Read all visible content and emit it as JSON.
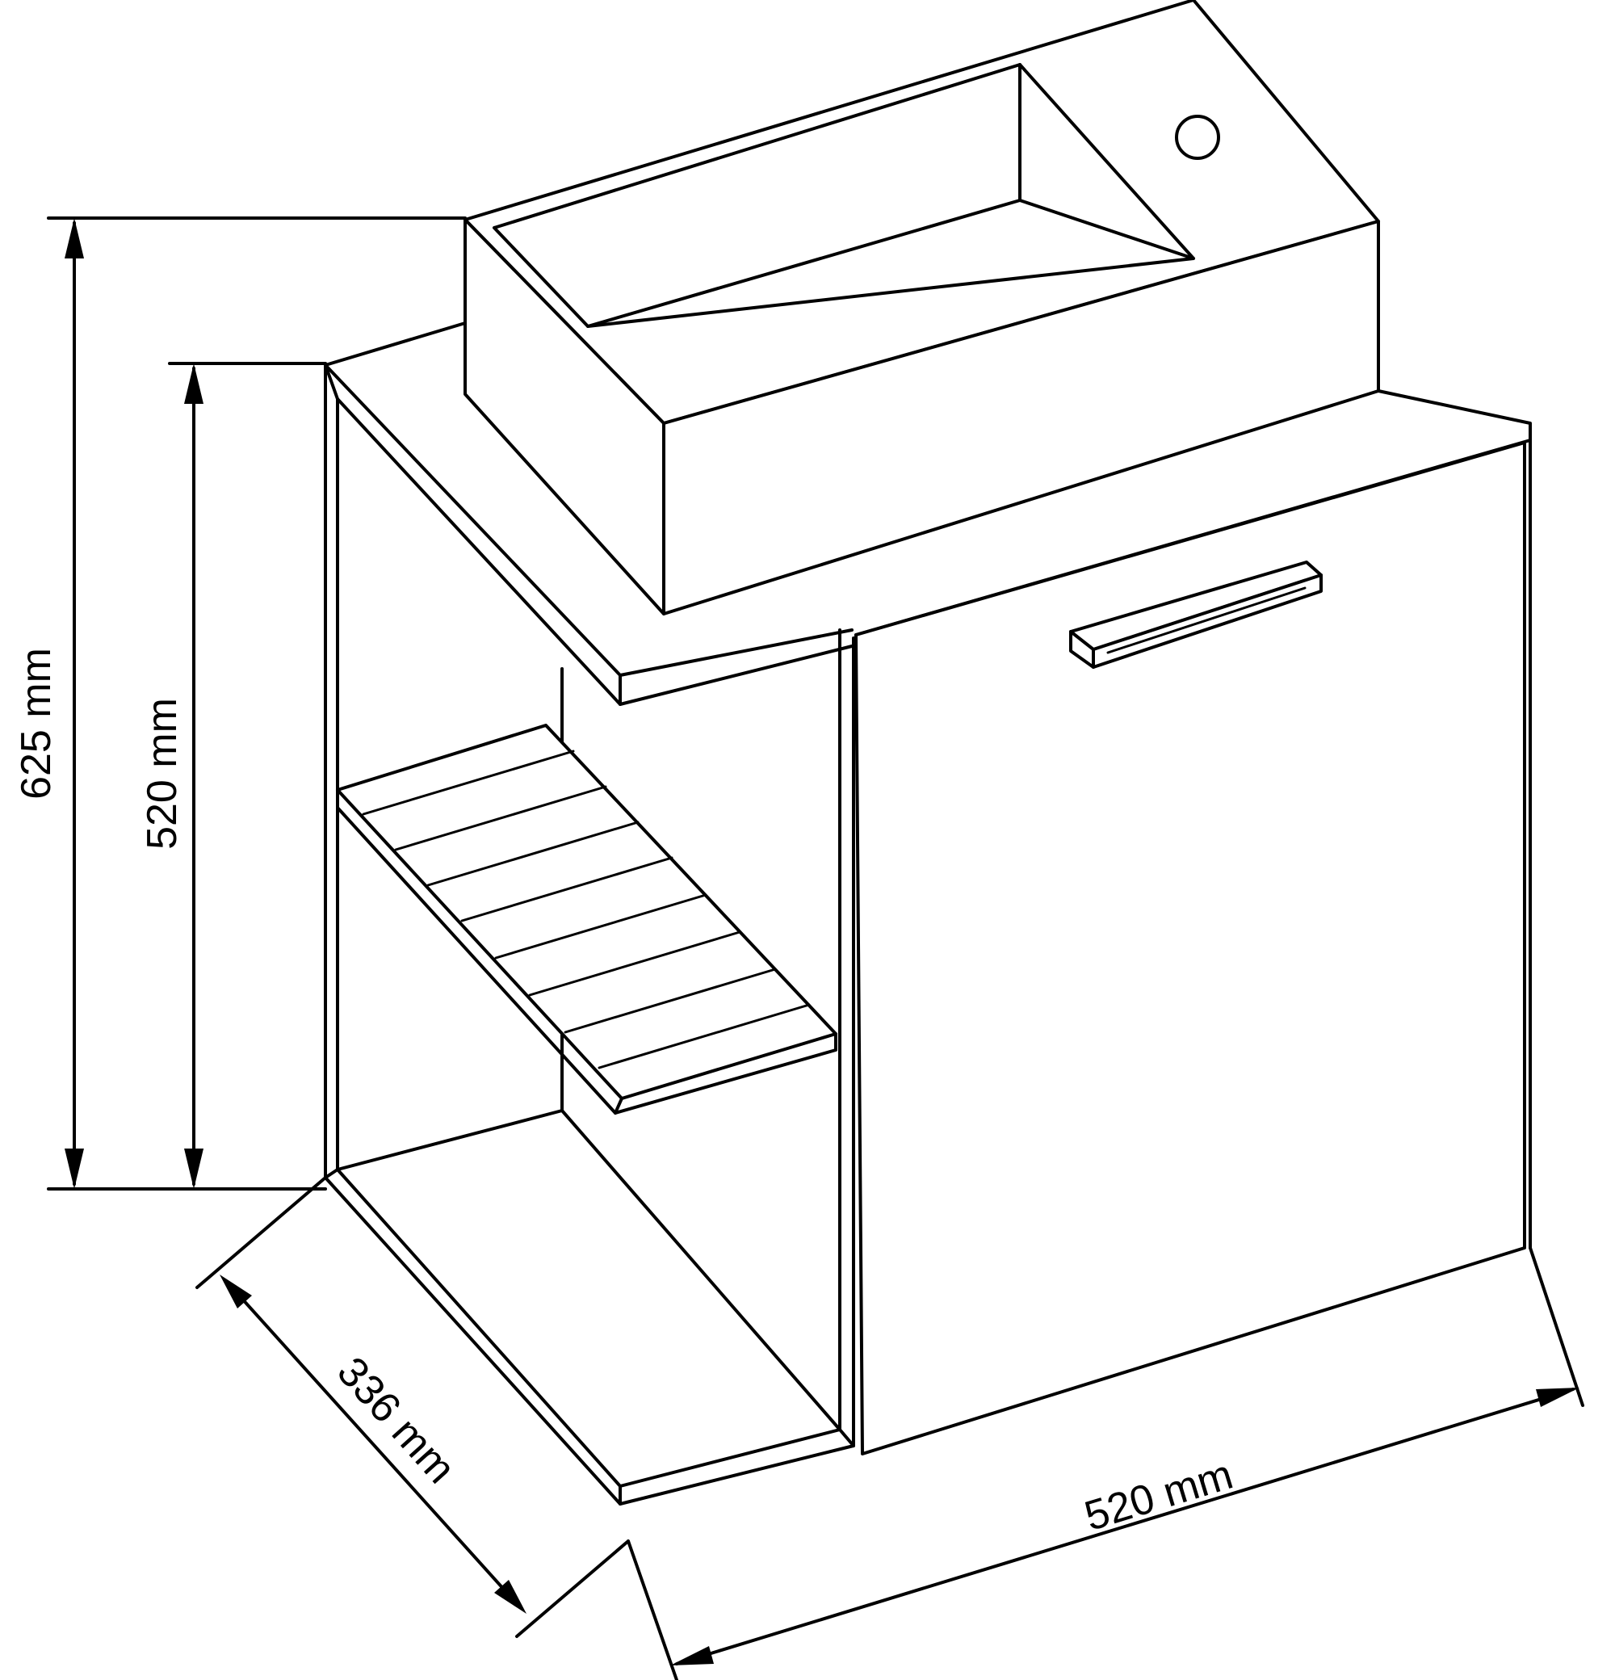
{
  "diagram": {
    "line_color": "#000000",
    "background_color": "#ffffff",
    "dimensions": {
      "total_height": "625 mm",
      "cabinet_height": "520 mm",
      "depth": "336 mm",
      "width": "520 mm"
    },
    "components": [
      "washbasin",
      "tap-hole",
      "countertop",
      "open-shelf-compartment",
      "slatted-shelf",
      "cabinet-door",
      "door-handle"
    ]
  }
}
